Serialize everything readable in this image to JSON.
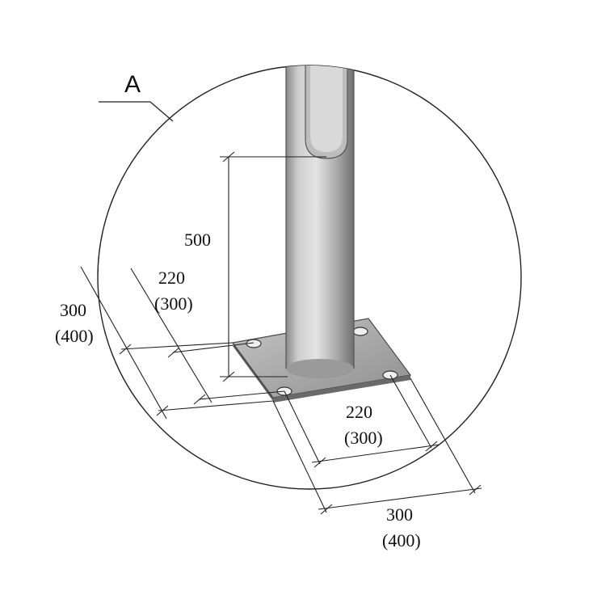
{
  "callout": {
    "letter": "A"
  },
  "dimensions": {
    "height": {
      "value": "500"
    },
    "bolt_left": {
      "value": "220",
      "alt": "(300)"
    },
    "plate_left": {
      "value": "300",
      "alt": "(400)"
    },
    "bolt_right": {
      "value": "220",
      "alt": "(300)"
    },
    "plate_right": {
      "value": "300",
      "alt": "(400)"
    }
  },
  "colors": {
    "line": "#222222",
    "pole_light": "#d2d2d2",
    "pole_dark": "#6e6e6e",
    "plate_top": "#a8a8a8",
    "plate_edge": "#5a5a5a"
  }
}
